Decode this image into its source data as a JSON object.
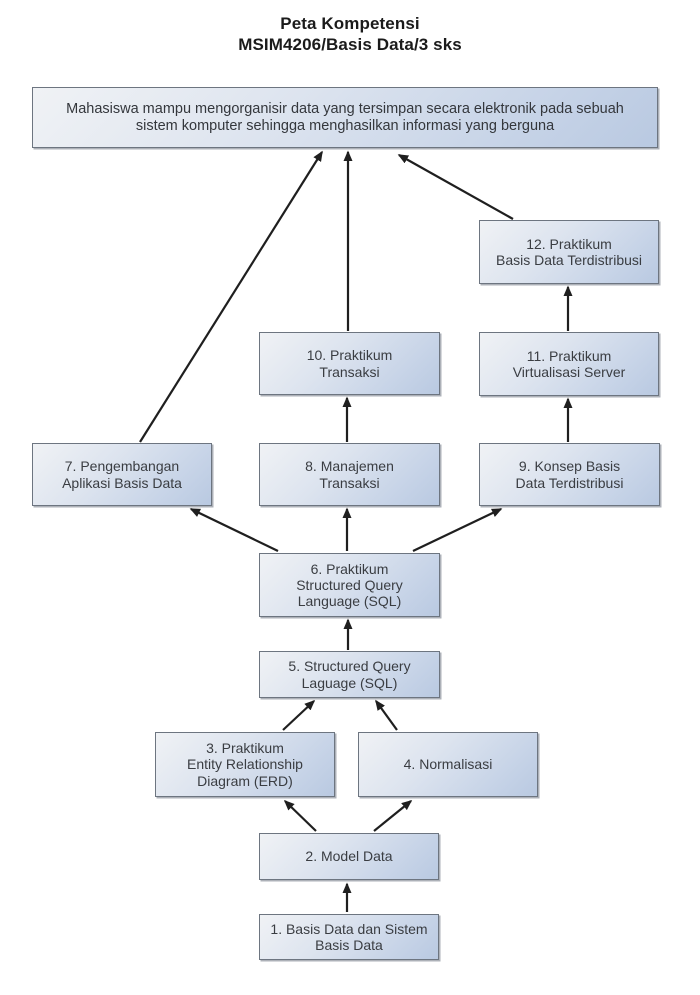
{
  "title": {
    "line1": "Peta Kompetensi",
    "line2": "MSIM4206/Basis Data/3 sks",
    "full": "Peta Kompetensi\nMSIM4206/Basis Data/3 sks"
  },
  "nodes": {
    "goal": {
      "id": "goal",
      "label": "Mahasiswa mampu mengorganisir data yang tersimpan secara elektronik pada sebuah\nsistem komputer sehingga menghasilkan informasi yang berguna"
    },
    "n1": {
      "id": "1",
      "label": "1. Basis Data dan Sistem\nBasis Data"
    },
    "n2": {
      "id": "2",
      "label": "2. Model Data"
    },
    "n3": {
      "id": "3",
      "label": "3. Praktikum\nEntity Relationship\nDiagram (ERD)"
    },
    "n4": {
      "id": "4",
      "label": "4. Normalisasi"
    },
    "n5": {
      "id": "5",
      "label": "5. Structured Query\nLaguage (SQL)"
    },
    "n6": {
      "id": "6",
      "label": "6. Praktikum\nStructured Query\nLanguage (SQL)"
    },
    "n7": {
      "id": "7",
      "label": "7. Pengembangan\nAplikasi Basis Data"
    },
    "n8": {
      "id": "8",
      "label": "8. Manajemen\nTransaksi"
    },
    "n9": {
      "id": "9",
      "label": "9. Konsep Basis\nData Terdistribusi"
    },
    "n10": {
      "id": "10",
      "label": "10. Praktikum\nTransaksi"
    },
    "n11": {
      "id": "11",
      "label": "11. Praktikum\nVirtualisasi Server"
    },
    "n12": {
      "id": "12",
      "label": "12. Praktikum\nBasis Data Terdistribusi"
    }
  },
  "edges": [
    {
      "from": "1",
      "to": "2"
    },
    {
      "from": "2",
      "to": "3"
    },
    {
      "from": "2",
      "to": "4"
    },
    {
      "from": "3",
      "to": "5"
    },
    {
      "from": "4",
      "to": "5"
    },
    {
      "from": "5",
      "to": "6"
    },
    {
      "from": "6",
      "to": "7"
    },
    {
      "from": "6",
      "to": "8"
    },
    {
      "from": "6",
      "to": "9"
    },
    {
      "from": "8",
      "to": "10"
    },
    {
      "from": "9",
      "to": "11"
    },
    {
      "from": "11",
      "to": "12"
    },
    {
      "from": "7",
      "to": "goal"
    },
    {
      "from": "10",
      "to": "goal"
    },
    {
      "from": "12",
      "to": "goal"
    }
  ],
  "colors": {
    "box_fill_light": "#f0f2f5",
    "box_fill_dark": "#b9c9e1",
    "box_border": "#6d7580",
    "arrow": "#1f1f1f",
    "text": "#3a3d42",
    "background": "#ffffff"
  }
}
